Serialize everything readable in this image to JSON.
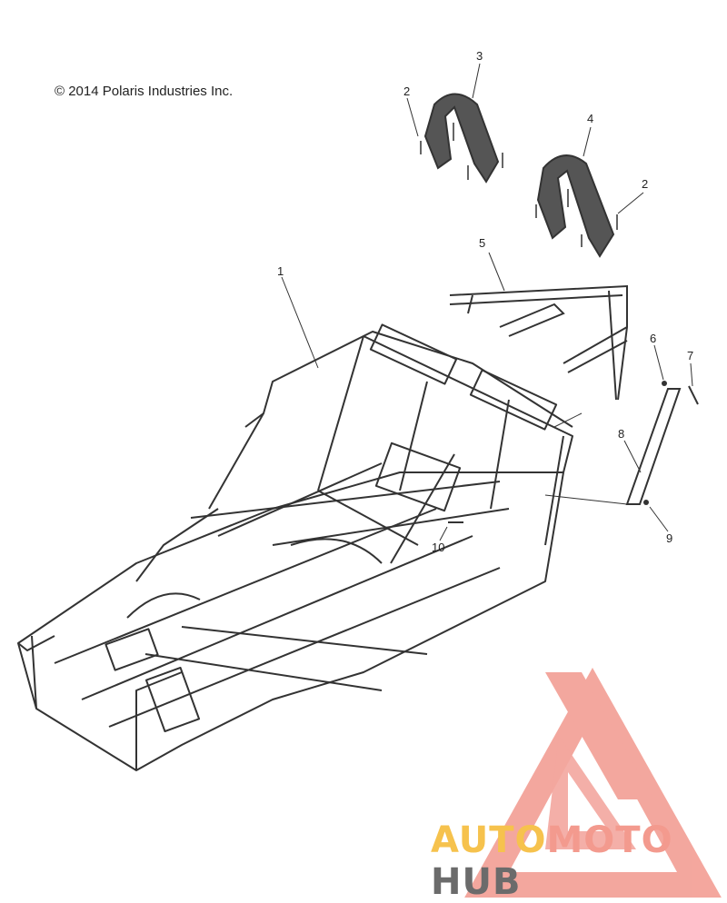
{
  "copyright": "© 2014 Polaris Industries Inc.",
  "callouts": [
    "1",
    "2",
    "3",
    "2",
    "4",
    "5",
    "6",
    "7",
    "8",
    "9",
    "10"
  ],
  "watermark": {
    "part1": "AUTO",
    "part2": "MOTO",
    "part3": "HUB",
    "colors": {
      "auto": "#f6c24d",
      "moto": "#f39a8e",
      "hub": "#6b6b6b",
      "logo": "#f08a7e"
    }
  }
}
